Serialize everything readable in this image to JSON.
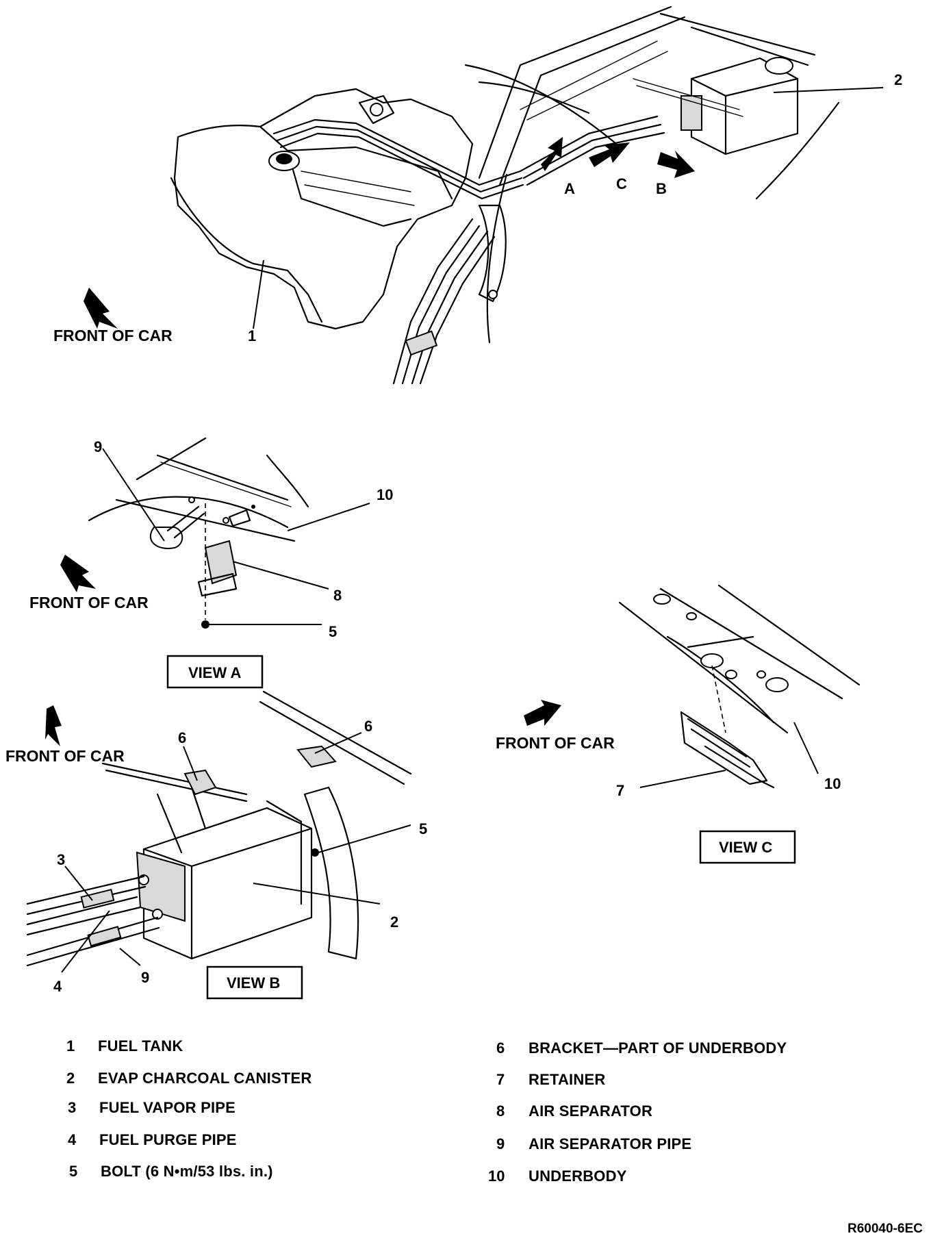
{
  "front_of_car": "FRONT OF CAR",
  "main_view": {
    "arrow_letters": [
      "A",
      "C",
      "B"
    ],
    "callouts": [
      "1",
      "2"
    ]
  },
  "view_a": {
    "title": "VIEW A",
    "callouts": [
      "9",
      "10",
      "8",
      "5"
    ]
  },
  "view_b": {
    "title": "VIEW B",
    "callouts": [
      "6",
      "6",
      "5",
      "3",
      "2",
      "4",
      "9"
    ]
  },
  "view_c": {
    "title": "VIEW C",
    "callouts": [
      "7",
      "10"
    ]
  },
  "legend": [
    {
      "num": "1",
      "text": "FUEL TANK"
    },
    {
      "num": "2",
      "text": "EVAP CHARCOAL CANISTER"
    },
    {
      "num": "3",
      "text": "FUEL VAPOR PIPE"
    },
    {
      "num": "4",
      "text": "FUEL PURGE PIPE"
    },
    {
      "num": "5",
      "text": "BOLT (6 N•m/53 lbs. in.)"
    },
    {
      "num": "6",
      "text": "BRACKET—PART OF UNDERBODY"
    },
    {
      "num": "7",
      "text": "RETAINER"
    },
    {
      "num": "8",
      "text": "AIR SEPARATOR"
    },
    {
      "num": "9",
      "text": "AIR SEPARATOR PIPE"
    },
    {
      "num": "10",
      "text": "UNDERBODY"
    }
  ],
  "reference": "R60040-6EC"
}
